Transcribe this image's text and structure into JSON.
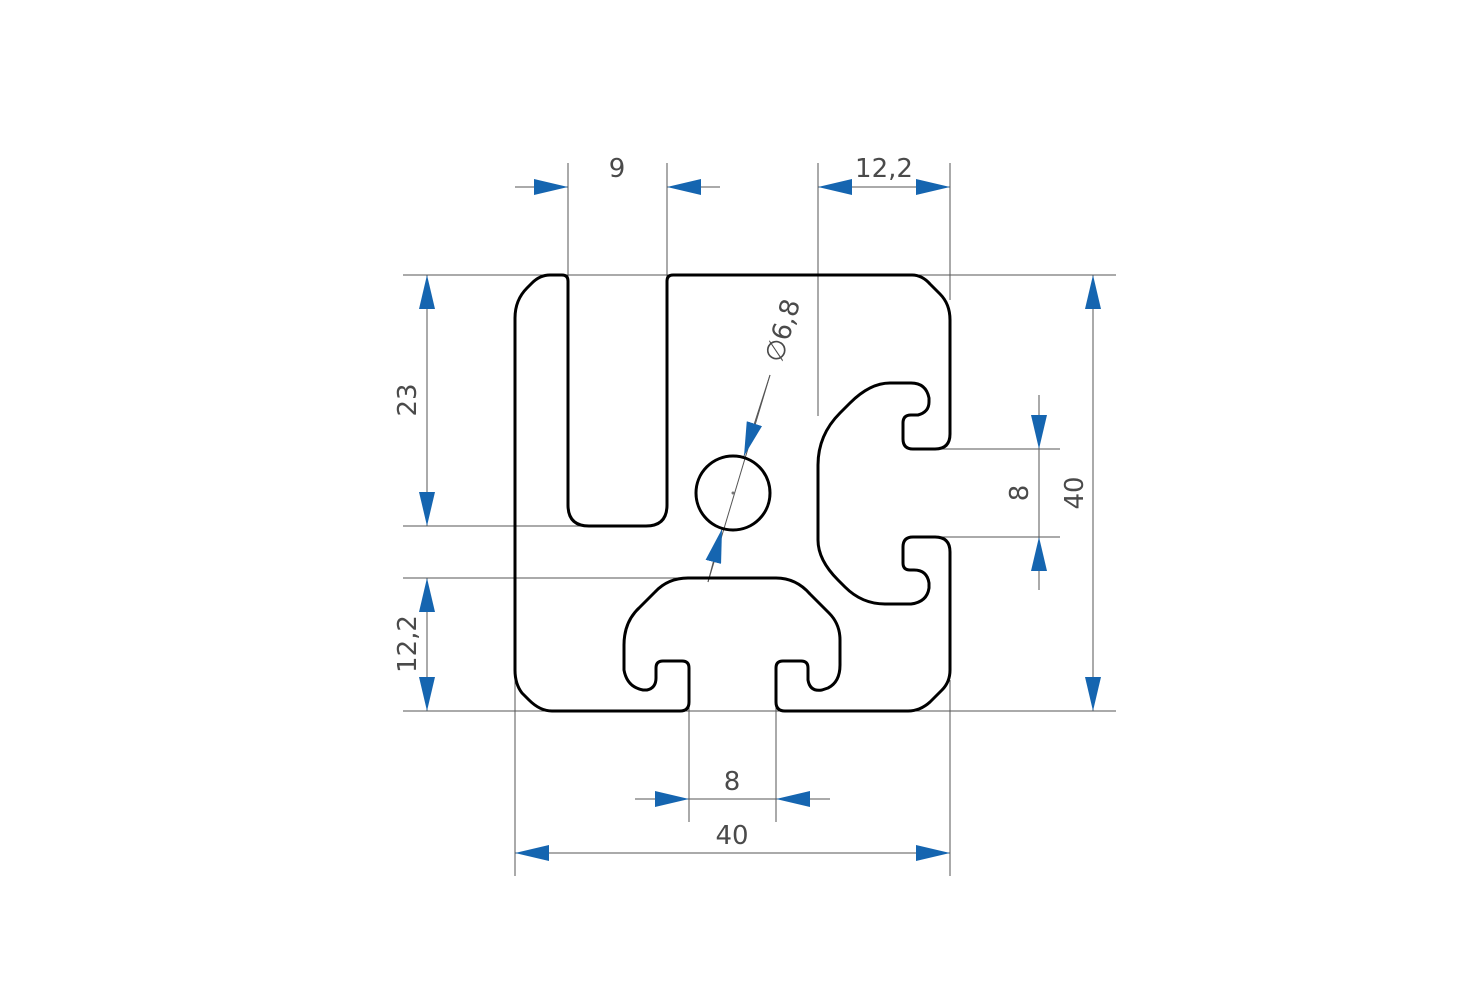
{
  "colors": {
    "outline": "#000000",
    "dimension_line": "#555555",
    "arrow": "#1565b0",
    "text": "#4a4a4a"
  },
  "dimensions": {
    "top_slot_width": "9",
    "right_offset_width": "12,2",
    "hole_diameter": "∅6,8",
    "left_slot_depth": "23",
    "left_bottom_offset": "12,2",
    "right_slot_opening": "8",
    "overall_height": "40",
    "bottom_slot_opening": "8",
    "overall_width": "40"
  }
}
